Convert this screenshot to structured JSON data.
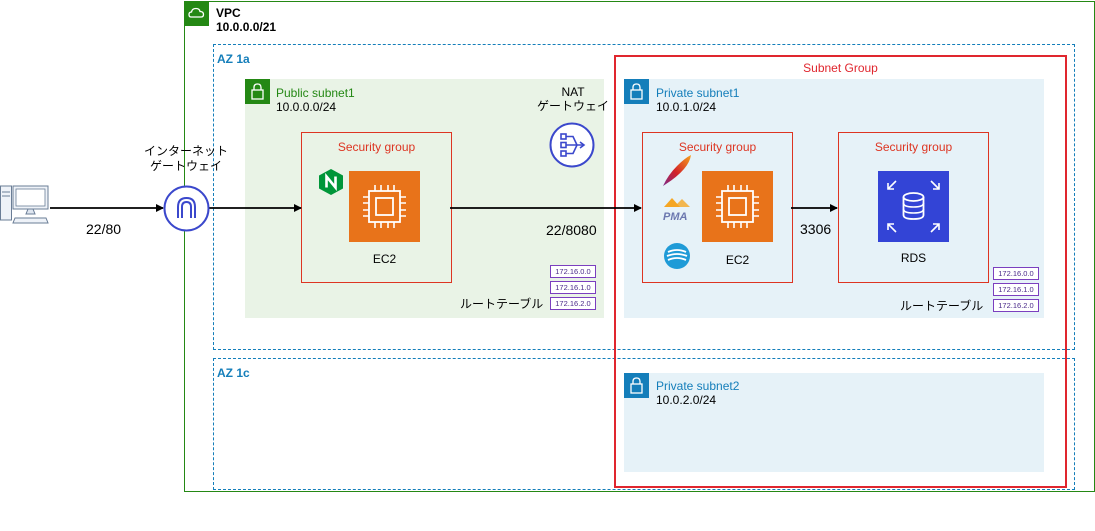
{
  "vpc": {
    "name": "VPC",
    "cidr": "10.0.0.0/21"
  },
  "az_a": {
    "label": "AZ 1a"
  },
  "az_c": {
    "label": "AZ 1c"
  },
  "public_subnet": {
    "name": "Public subnet1",
    "cidr": "10.0.0.0/24"
  },
  "private_subnet1": {
    "name": "Private subnet1",
    "cidr": "10.0.1.0/24"
  },
  "private_subnet2": {
    "name": "Private subnet2",
    "cidr": "10.0.2.0/24"
  },
  "subnet_group": {
    "label": "Subnet Group"
  },
  "security_group_label": "Security group",
  "internet_gateway": {
    "line1": "インターネット",
    "line2": "ゲートウェイ"
  },
  "nat_gateway": {
    "line1": "NAT",
    "line2": "ゲートウェイ"
  },
  "ec2_public": {
    "label": "EC2"
  },
  "ec2_private": {
    "label": "EC2",
    "badges": [
      "apache-feather-icon",
      "phpmyadmin-icon",
      "mariadb-icon"
    ]
  },
  "rds": {
    "label": "RDS"
  },
  "ports": {
    "client": "22/80",
    "app": "22/8080",
    "db": "3306"
  },
  "route_table": {
    "label": "ルートテーブル",
    "entries": [
      "172.16.0.0",
      "172.16.1.0",
      "172.16.2.0"
    ]
  },
  "colors": {
    "vpc_green": "#248814",
    "az_blue": "#147eba",
    "public_bg": "#e9f3e6",
    "private_bg": "#e6f2f8",
    "private_badge": "#147eba",
    "security_group_red": "#dd3522",
    "subnet_group_red": "#e0262e",
    "ec2_orange": "#e8731a",
    "rds_blue": "#3344d6",
    "route_purple": "#7b3fbf"
  }
}
